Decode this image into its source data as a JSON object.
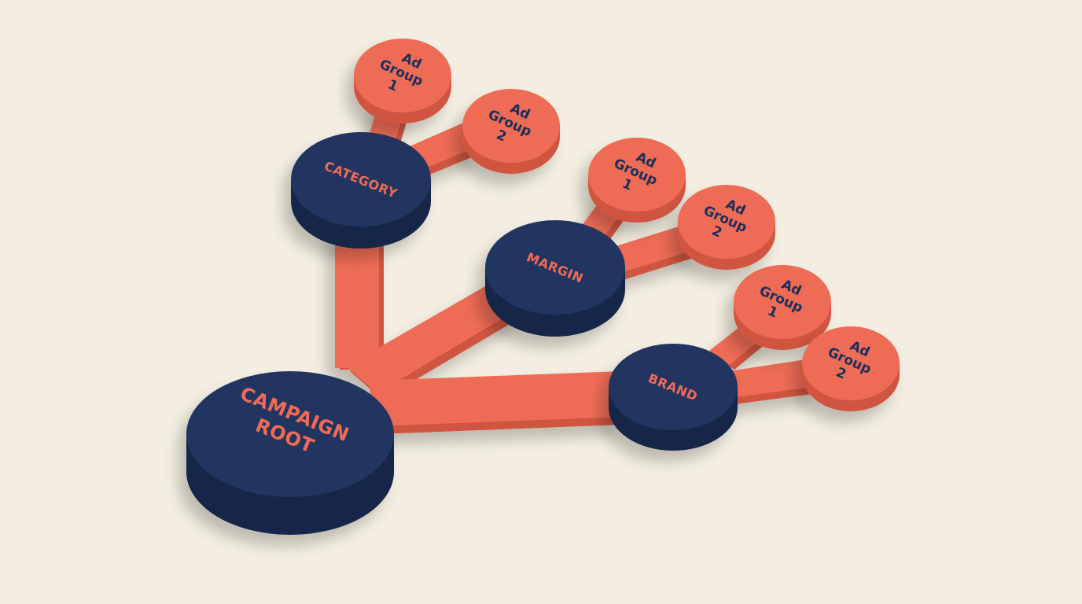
{
  "colors": {
    "background": "#f3eee1",
    "navy": "#223461",
    "navy_side": "#18264a",
    "coral": "#ee6c55",
    "coral_side": "#cf553f",
    "navy_text": "#ee6c55",
    "coral_text": "#1f2f5c"
  },
  "diagram": {
    "root": {
      "line1": "CAMPAIGN",
      "line2": "ROOT"
    },
    "branches": [
      {
        "label": "CATEGORY",
        "ad_groups": [
          {
            "line1": "Ad",
            "line2": "Group",
            "line3": "1"
          },
          {
            "line1": "Ad",
            "line2": "Group",
            "line3": "2"
          }
        ]
      },
      {
        "label": "MARGIN",
        "ad_groups": [
          {
            "line1": "Ad",
            "line2": "Group",
            "line3": "1"
          },
          {
            "line1": "Ad",
            "line2": "Group",
            "line3": "2"
          }
        ]
      },
      {
        "label": "BRAND",
        "ad_groups": [
          {
            "line1": "Ad",
            "line2": "Group",
            "line3": "1"
          },
          {
            "line1": "Ad",
            "line2": "Group",
            "line3": "2"
          }
        ]
      }
    ]
  }
}
